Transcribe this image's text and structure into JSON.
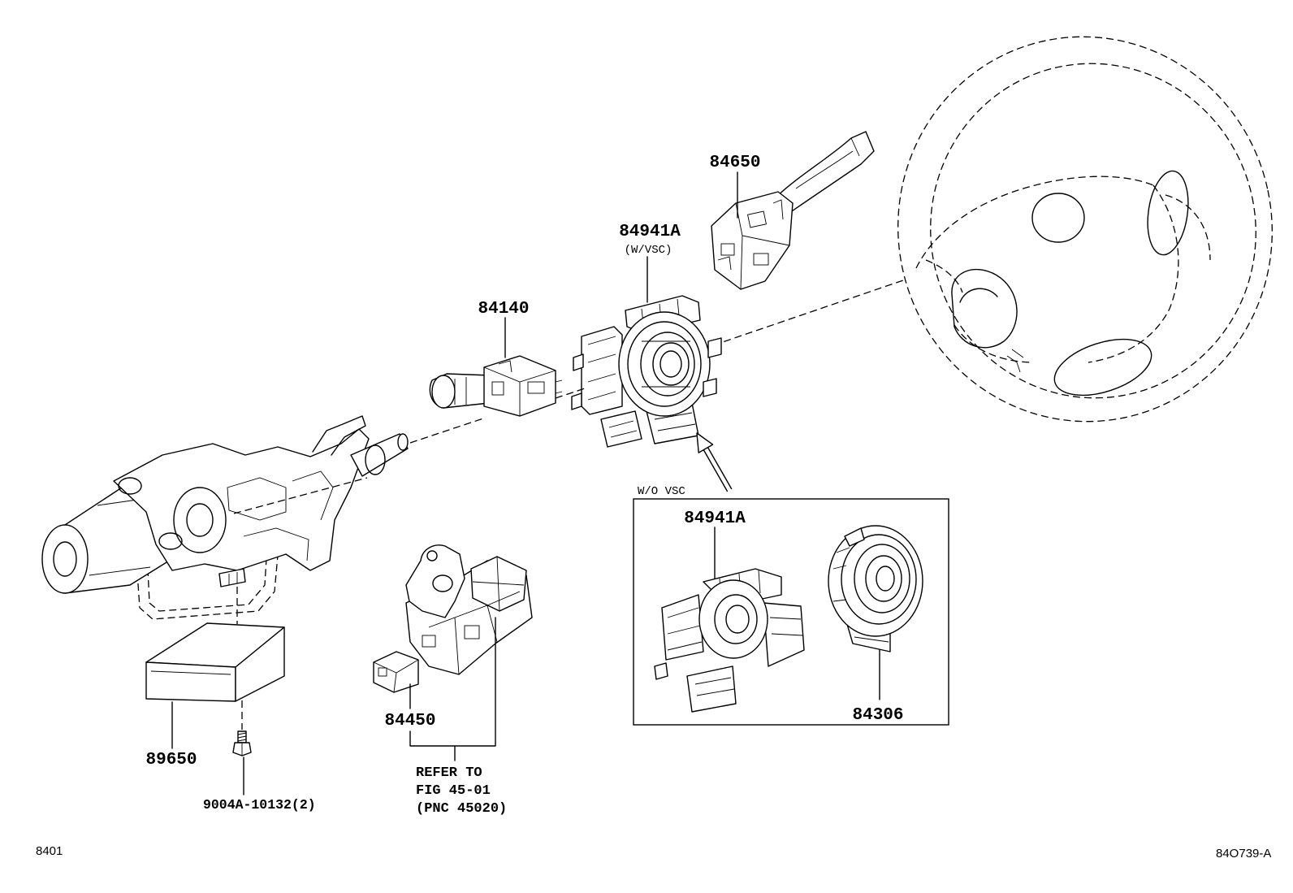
{
  "diagram": {
    "callouts": {
      "part_84650": "84650",
      "part_84941a_vsc": "84941A",
      "part_84941a_vsc_note": "(W/VSC)",
      "part_84140": "84140",
      "part_84450": "84450",
      "part_89650": "89650",
      "part_bolt": "9004A-10132(2)"
    },
    "without_vsc_box": {
      "heading": "W/O VSC",
      "part_spiral": "84941A",
      "part_sensor": "84306"
    },
    "reference_note": {
      "lines": [
        "REFER TO",
        "FIG 45-01",
        "(PNC 45020)"
      ]
    }
  },
  "footer": {
    "section_code": "8401",
    "figure_code": "84O739-A"
  }
}
